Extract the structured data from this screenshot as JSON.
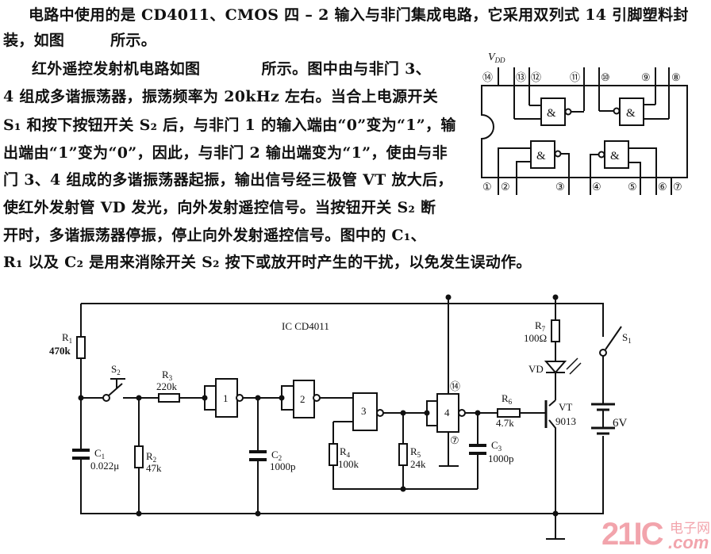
{
  "paragraph_lines": [
    "电路中使用的是 CD4011、CMOS 四 – 2 输入与非门集成电路，它采用双列式 14 引脚塑料封",
    "装，如图　　　所示。",
    "红外遥控发射机电路如图　　　　所示。图中由与非门 3、",
    "4 组成多谐振荡器，振荡频率为 20kHz 左右。当合上电源开关",
    "S₁ 和按下按钮开关 S₂ 后，与非门 1 的输入端由“0”变为“1”，输",
    "出端由“1”变为“0”，因此，与非门 2 输出端变为“1”，使由与非",
    "门 3、4 组成的多谐振荡器起振，输出信号经三极管 VT 放大后，",
    "使红外发射管 VD 发光，向外发射遥控信号。当按钮开关 S₂ 断",
    "开时，多谐振荡器停振，停止向外发射遥控信号。图中的 C₁、",
    "R₁ 以及 C₂ 是用来消除开关 S₂ 按下或放开时产生的干扰，以免发生误动作。"
  ],
  "pinout": {
    "vdd": "V",
    "vdd_sub": "DD",
    "gate_symbol": "&",
    "top_pins": [
      "⑭",
      "⑬",
      "⑫",
      "⑪",
      "⑩",
      "⑨",
      "⑧"
    ],
    "bottom_pins": [
      "①",
      "②",
      "③",
      "④",
      "⑤",
      "⑥",
      "⑦"
    ]
  },
  "circuit": {
    "ic_label": "IC CD4011",
    "R1": {
      "name": "R",
      "sub": "1",
      "value": "470k"
    },
    "R2": {
      "name": "R",
      "sub": "2",
      "value": "47k"
    },
    "R3": {
      "name": "R",
      "sub": "3",
      "value": "220k"
    },
    "R4": {
      "name": "R",
      "sub": "4",
      "value": "100k"
    },
    "R5": {
      "name": "R",
      "sub": "5",
      "value": "24k"
    },
    "R6": {
      "name": "R",
      "sub": "6",
      "value": "4.7k"
    },
    "R7": {
      "name": "R",
      "sub": "7",
      "value": "100Ω"
    },
    "C1": {
      "name": "C",
      "sub": "1",
      "value": "0.022μ"
    },
    "C2": {
      "name": "C",
      "sub": "2",
      "value": "1000p"
    },
    "C3": {
      "name": "C",
      "sub": "3",
      "value": "1000p"
    },
    "S1": {
      "name": "S",
      "sub": "1"
    },
    "S2": {
      "name": "S",
      "sub": "2"
    },
    "gates": [
      "1",
      "2",
      "3",
      "4"
    ],
    "pin14": "⑭",
    "pin7": "⑦",
    "vd": "VD",
    "vt": "VT",
    "vt_model": "9013",
    "battery": "6V"
  },
  "watermark": {
    "big": "21IC",
    "cn": "电子网",
    "com": ".com"
  },
  "colors": {
    "ink": "#111111",
    "watermark": "#f2a4ac"
  }
}
